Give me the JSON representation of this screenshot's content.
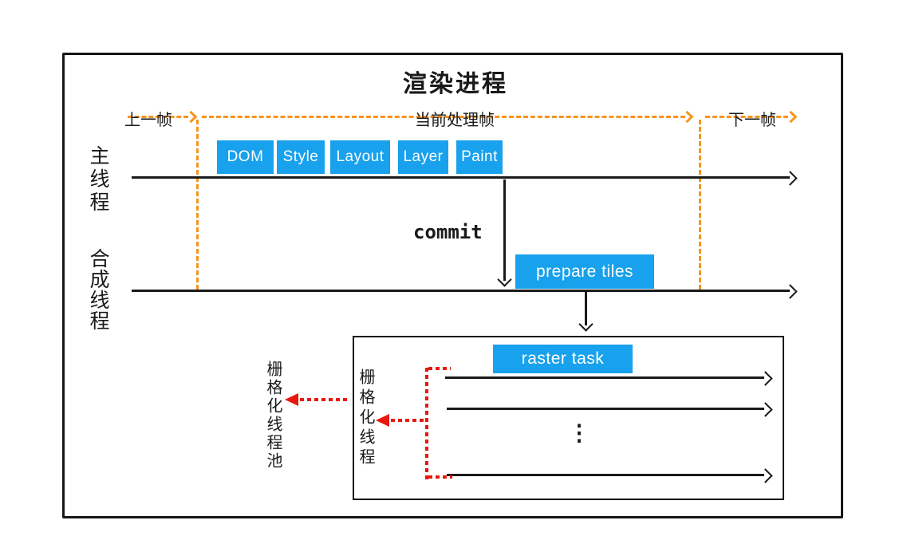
{
  "title": "渲染进程",
  "colors": {
    "accent_blue": "#18a1ec",
    "accent_orange": "#f7941e",
    "accent_red": "#e8180c",
    "ink": "#1a1a1a"
  },
  "frame_markers": {
    "prev_label": "上一帧",
    "current_label": "当前处理帧",
    "next_label": "下一帧"
  },
  "main_thread": {
    "label": "主线程",
    "pipeline": [
      "DOM",
      "Style",
      "Layout",
      "Layer",
      "Paint"
    ]
  },
  "commit_label": "commit",
  "compositor_thread": {
    "label": "合成线程",
    "prepare_tiles_label": "prepare tiles"
  },
  "raster_pool": {
    "task_label": "raster task",
    "thread_label": "栅格化线程",
    "pool_label": "栅格化线程池",
    "ellipsis": "⋮"
  }
}
